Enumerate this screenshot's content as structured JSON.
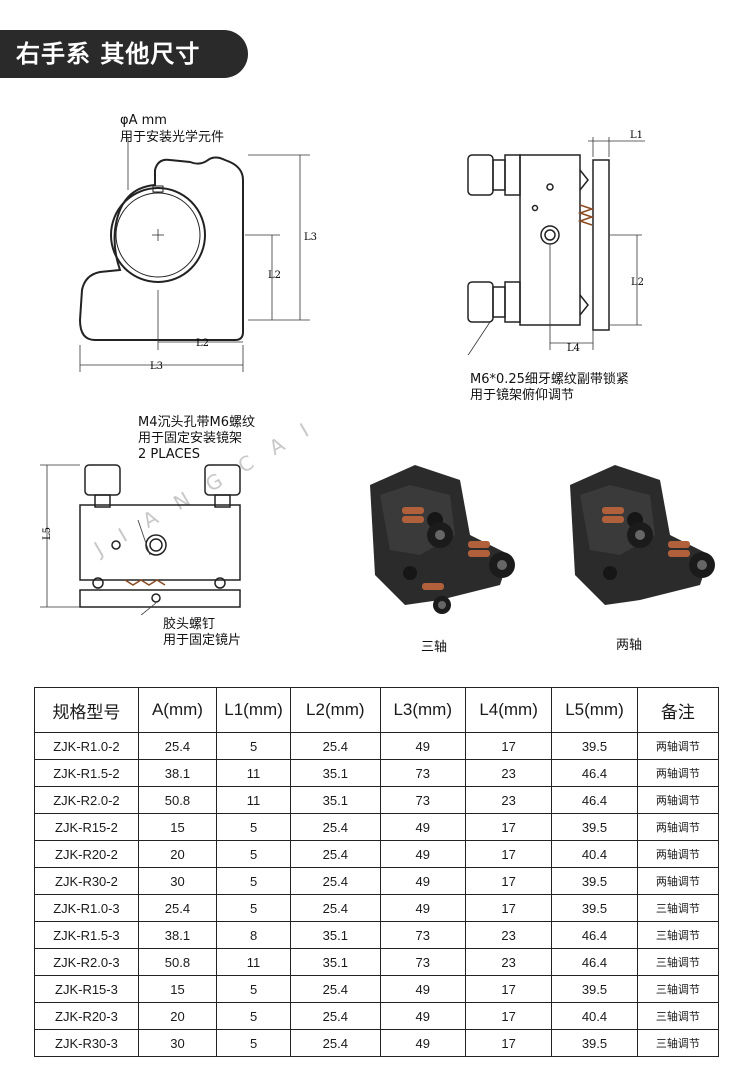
{
  "header": {
    "title": "右手系 其他尺寸"
  },
  "diagram1": {
    "aperture_label": "φA mm",
    "aperture_desc": "用于安装光学元件",
    "dim_l2_side": "L2",
    "dim_l3_side": "L3",
    "dim_l2_bottom": "L2",
    "dim_l3_bottom": "L3"
  },
  "diagram2": {
    "dim_l1": "L1",
    "dim_l2": "L2",
    "dim_l4": "L4",
    "screw_label": "M6*0.25细牙螺纹副带锁紧",
    "screw_desc": "用于镜架俯仰调节"
  },
  "diagram3": {
    "hole_label": "M4沉头孔带M6螺纹",
    "hole_desc": "用于固定安装镜架",
    "hole_count": "2 PLACES",
    "dim_l5": "L5",
    "screw_label": "胶头螺钉",
    "screw_desc": "用于固定镜片"
  },
  "photos": {
    "three_axis": "三轴",
    "two_axis": "两轴"
  },
  "table": {
    "headers": [
      "规格型号",
      "A(mm)",
      "L1(mm)",
      "L2(mm)",
      "L3(mm)",
      "L4(mm)",
      "L5(mm)",
      "备注"
    ],
    "rows": [
      [
        "ZJK-R1.0-2",
        "25.4",
        "5",
        "25.4",
        "49",
        "17",
        "39.5",
        "两轴调节"
      ],
      [
        "ZJK-R1.5-2",
        "38.1",
        "11",
        "35.1",
        "73",
        "23",
        "46.4",
        "两轴调节"
      ],
      [
        "ZJK-R2.0-2",
        "50.8",
        "11",
        "35.1",
        "73",
        "23",
        "46.4",
        "两轴调节"
      ],
      [
        "ZJK-R15-2",
        "15",
        "5",
        "25.4",
        "49",
        "17",
        "39.5",
        "两轴调节"
      ],
      [
        "ZJK-R20-2",
        "20",
        "5",
        "25.4",
        "49",
        "17",
        "40.4",
        "两轴调节"
      ],
      [
        "ZJK-R30-2",
        "30",
        "5",
        "25.4",
        "49",
        "17",
        "39.5",
        "两轴调节"
      ],
      [
        "ZJK-R1.0-3",
        "25.4",
        "5",
        "25.4",
        "49",
        "17",
        "39.5",
        "三轴调节"
      ],
      [
        "ZJK-R1.5-3",
        "38.1",
        "8",
        "35.1",
        "73",
        "23",
        "46.4",
        "三轴调节"
      ],
      [
        "ZJK-R2.0-3",
        "50.8",
        "11",
        "35.1",
        "73",
        "23",
        "46.4",
        "三轴调节"
      ],
      [
        "ZJK-R15-3",
        "15",
        "5",
        "25.4",
        "49",
        "17",
        "39.5",
        "三轴调节"
      ],
      [
        "ZJK-R20-3",
        "20",
        "5",
        "25.4",
        "49",
        "17",
        "40.4",
        "三轴调节"
      ],
      [
        "ZJK-R30-3",
        "30",
        "5",
        "25.4",
        "49",
        "17",
        "39.5",
        "三轴调节"
      ]
    ]
  },
  "watermark": {
    "text": "JIANGCAI"
  }
}
